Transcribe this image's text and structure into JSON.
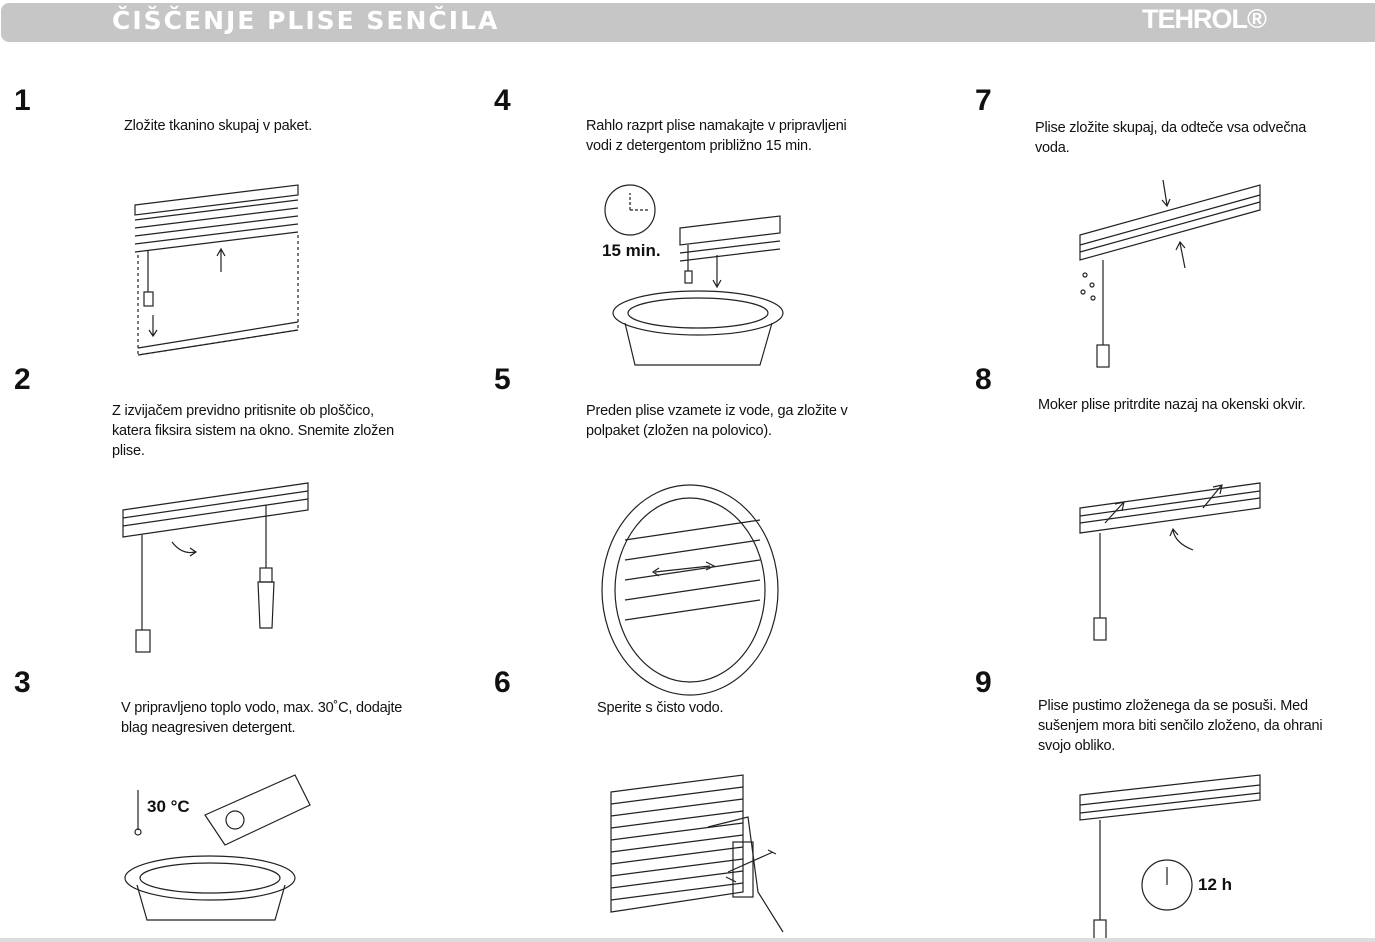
{
  "header": {
    "title": "ČIŠČENJE PLISE SENČILA",
    "logo": "TEHROL®"
  },
  "steps": [
    {
      "num": "1",
      "text": "Zložite tkanino skupaj v paket."
    },
    {
      "num": "2",
      "text": "Z izvijačem previdno pritisnite ob ploščico, katera fiksira sistem na okno. Snemite zložen plise."
    },
    {
      "num": "3",
      "text": "V pripravljeno toplo vodo, max. 30˚C, dodajte blag neagresiven detergent."
    },
    {
      "num": "4",
      "text": "Rahlo razprt plise namakajte v pripravljeni vodi z detergentom približno 15 min."
    },
    {
      "num": "5",
      "text": "Preden plise vzamete iz vode, ga zložite v polpaket (zložen na polovico)."
    },
    {
      "num": "6",
      "text": "Sperite s čisto vodo."
    },
    {
      "num": "7",
      "text": "Plise zložite skupaj, da odteče vsa odvečna voda."
    },
    {
      "num": "8",
      "text": "Moker plise pritrdite nazaj na okenski okvir."
    },
    {
      "num": "9",
      "text": "Plise pustimo zloženega da se posuši. Med sušenjem mora biti senčilo zloženo, da ohrani svojo obliko."
    }
  ],
  "labels": {
    "time_soak": "15 min.",
    "temperature": "30 °C",
    "drying_time": "12 h"
  }
}
